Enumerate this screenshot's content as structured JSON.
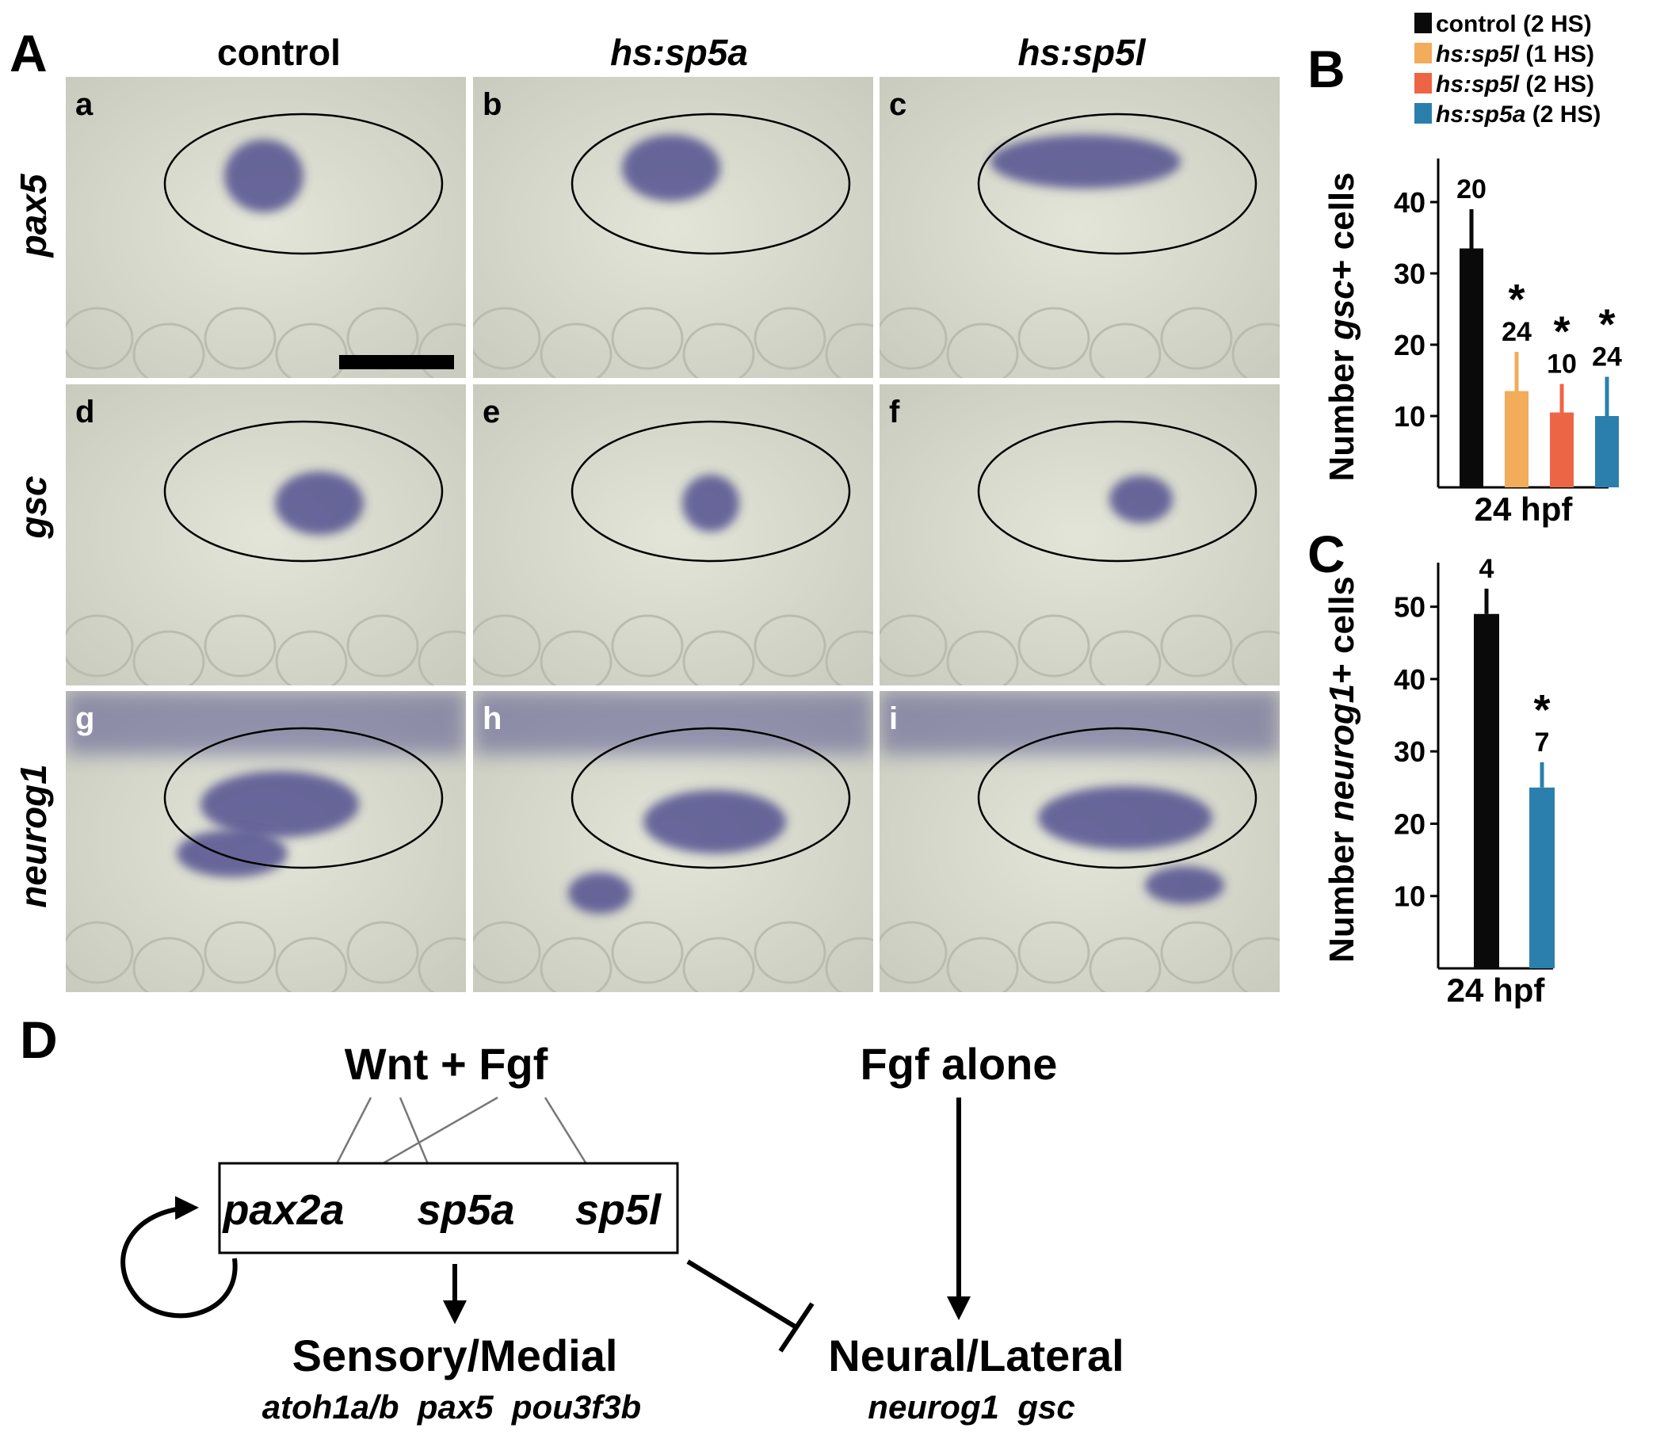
{
  "panel_labels": {
    "A": "A",
    "B": "B",
    "C": "C",
    "D": "D"
  },
  "columns": [
    {
      "label": "control",
      "italic": false
    },
    {
      "label": "hs:sp5a",
      "italic": true
    },
    {
      "label": "hs:sp5l",
      "italic": true
    }
  ],
  "rows": [
    "pax5",
    "gsc",
    "neurog1"
  ],
  "sub_labels": [
    "a",
    "b",
    "c",
    "d",
    "e",
    "f",
    "g",
    "h",
    "i"
  ],
  "colors": {
    "control": "#0a0a0a",
    "sp5l_1hs": "#f2ac5a",
    "sp5l_2hs": "#ec6646",
    "sp5a_2hs": "#2b7fad",
    "stain": "#3f3c86",
    "tissue": "#d9dbce"
  },
  "chart_data": [
    {
      "type": "bar",
      "ylabel": [
        "Number ",
        "gsc",
        "+ cells"
      ],
      "xlabel": "24 hpf",
      "ylim": [
        0,
        45
      ],
      "yticks": [
        10,
        20,
        30,
        40
      ],
      "legend": [
        {
          "gene": "control",
          "suffix": "(2 HS)",
          "italic": false,
          "color": "#0a0a0a"
        },
        {
          "gene": "hs:sp5l",
          "suffix": "(1 HS)",
          "italic": true,
          "color": "#f2ac5a"
        },
        {
          "gene": "hs:sp5l",
          "suffix": "(2 HS)",
          "italic": true,
          "color": "#ec6646"
        },
        {
          "gene": "hs:sp5a",
          "suffix": "(2 HS)",
          "italic": true,
          "color": "#2b7fad"
        }
      ],
      "series": [
        {
          "value": 33.5,
          "error": 5.5,
          "n": "20",
          "star": "",
          "color": "#0a0a0a"
        },
        {
          "value": 13.5,
          "error": 5.5,
          "n": "24",
          "star": "*",
          "color": "#f2ac5a"
        },
        {
          "value": 10.5,
          "error": 4.0,
          "n": "10",
          "star": "*",
          "color": "#ec6646"
        },
        {
          "value": 10.0,
          "error": 5.5,
          "n": "24",
          "star": "*",
          "color": "#2b7fad"
        }
      ]
    },
    {
      "type": "bar",
      "ylabel": [
        "Number ",
        "neurog1",
        "+ cells"
      ],
      "xlabel": "24 hpf",
      "ylim": [
        0,
        55
      ],
      "yticks": [
        10,
        20,
        30,
        40,
        50
      ],
      "series": [
        {
          "value": 49,
          "error": 3.5,
          "n": "4",
          "star": "",
          "color": "#0a0a0a"
        },
        {
          "value": 25,
          "error": 3.5,
          "n": "7",
          "star": "*",
          "color": "#2b7fad"
        }
      ]
    }
  ],
  "diagram": {
    "wnt_fgf": "Wnt + Fgf",
    "fgf_alone": "Fgf alone",
    "box_genes": [
      "pax2a",
      "sp5a",
      "sp5l"
    ],
    "sensory_title": "Sensory/Medial",
    "sensory_genes": "atoh1a/b  pax5  pou3f3b",
    "neural_title": "Neural/Lateral",
    "neural_genes": "neurog1  gsc"
  }
}
